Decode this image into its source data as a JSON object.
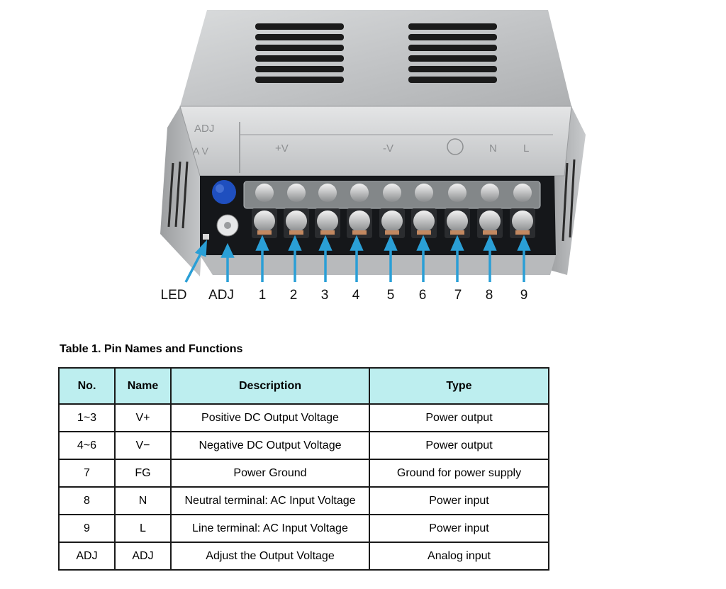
{
  "figure": {
    "callouts": [
      "LED",
      "ADJ",
      "1",
      "2",
      "3",
      "4",
      "5",
      "6",
      "7",
      "8",
      "9"
    ],
    "panel_labels": {
      "adj": "ADJ",
      "adj_sub": "A  V",
      "vplus": "+V",
      "vminus": "-V",
      "n": "N",
      "l": "L"
    },
    "colors": {
      "arrow": "#2a9fd6",
      "metal": "#c7c9cb",
      "pcb": "#15171a",
      "capacitor": "#1f4fbf",
      "table_header": "#bdeeef"
    }
  },
  "table": {
    "title": "Table 1. Pin Names and Functions",
    "headers": [
      "No.",
      "Name",
      "Description",
      "Type"
    ],
    "rows": [
      [
        "1~3",
        "V+",
        "Positive DC Output Voltage",
        "Power output"
      ],
      [
        "4~6",
        "V−",
        "Negative DC Output Voltage",
        "Power output"
      ],
      [
        "7",
        "FG",
        "Power Ground",
        "Ground for power supply"
      ],
      [
        "8",
        "N",
        "Neutral terminal: AC Input Voltage",
        "Power input"
      ],
      [
        "9",
        "L",
        "Line terminal: AC Input Voltage",
        "Power input"
      ],
      [
        "ADJ",
        "ADJ",
        "Adjust the Output Voltage",
        "Analog input"
      ]
    ]
  }
}
